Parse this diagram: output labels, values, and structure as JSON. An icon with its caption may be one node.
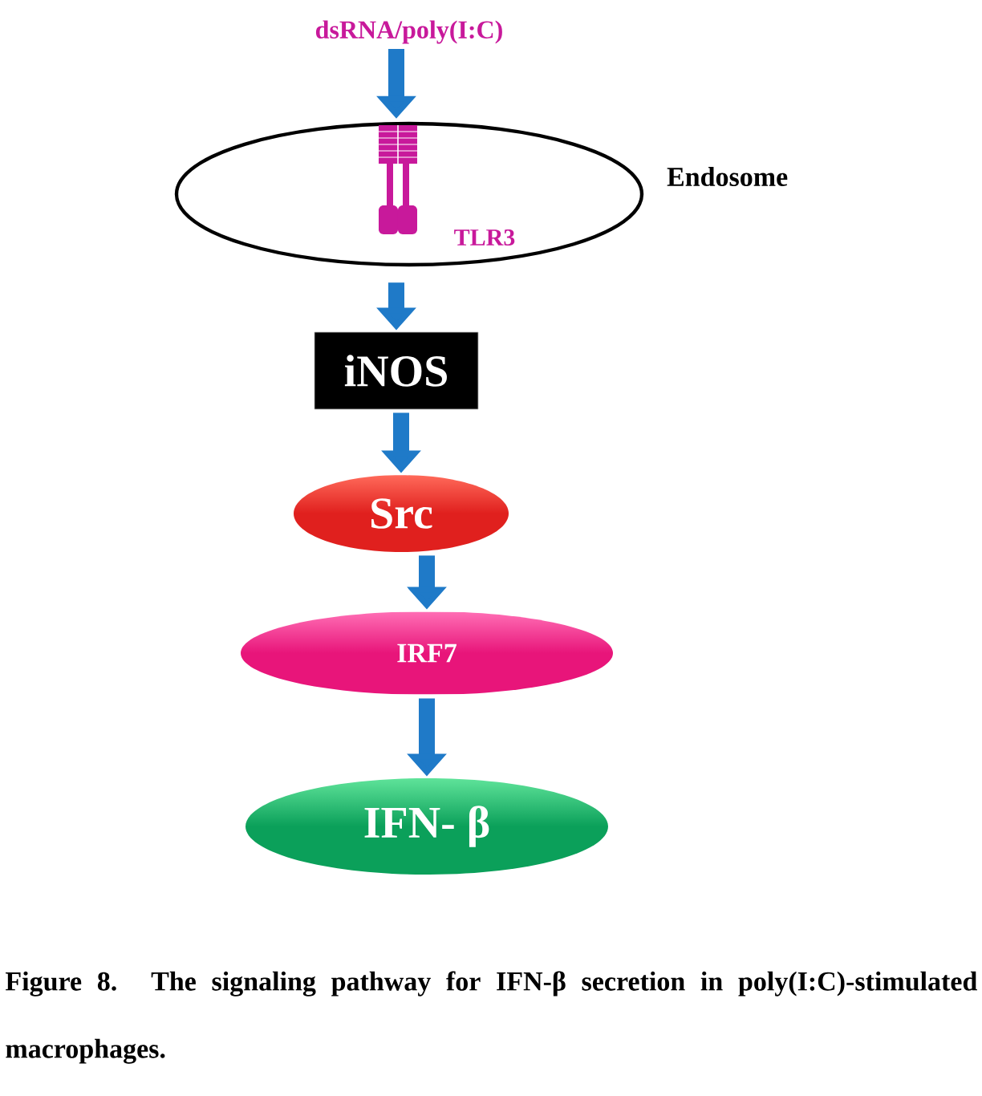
{
  "diagram": {
    "caption": "Figure 8. The signaling pathway for IFN-β secretion in poly(I:C)-stimulated macrophages.",
    "nodes": [
      {
        "text": [
          "dsRNA/poly(I:C)"
        ]
      },
      {
        "text": [
          "Endosome"
        ]
      },
      {
        "text": [
          "TLR3"
        ],
        "in": 1
      },
      {
        "text": [
          "iNOS"
        ]
      },
      {
        "text": [
          "Src"
        ]
      },
      {
        "text": [
          "IRF7"
        ]
      },
      {
        "text": [
          "IFN- β"
        ]
      }
    ],
    "edges": [
      {
        "from": 0,
        "to": 1,
        "arrow": "to"
      },
      {
        "from": 1,
        "to": 3,
        "arrow": "to"
      },
      {
        "from": 3,
        "to": 4,
        "arrow": "to"
      },
      {
        "from": 4,
        "to": 5,
        "arrow": "to"
      },
      {
        "from": 5,
        "to": 6,
        "arrow": "to"
      }
    ]
  }
}
